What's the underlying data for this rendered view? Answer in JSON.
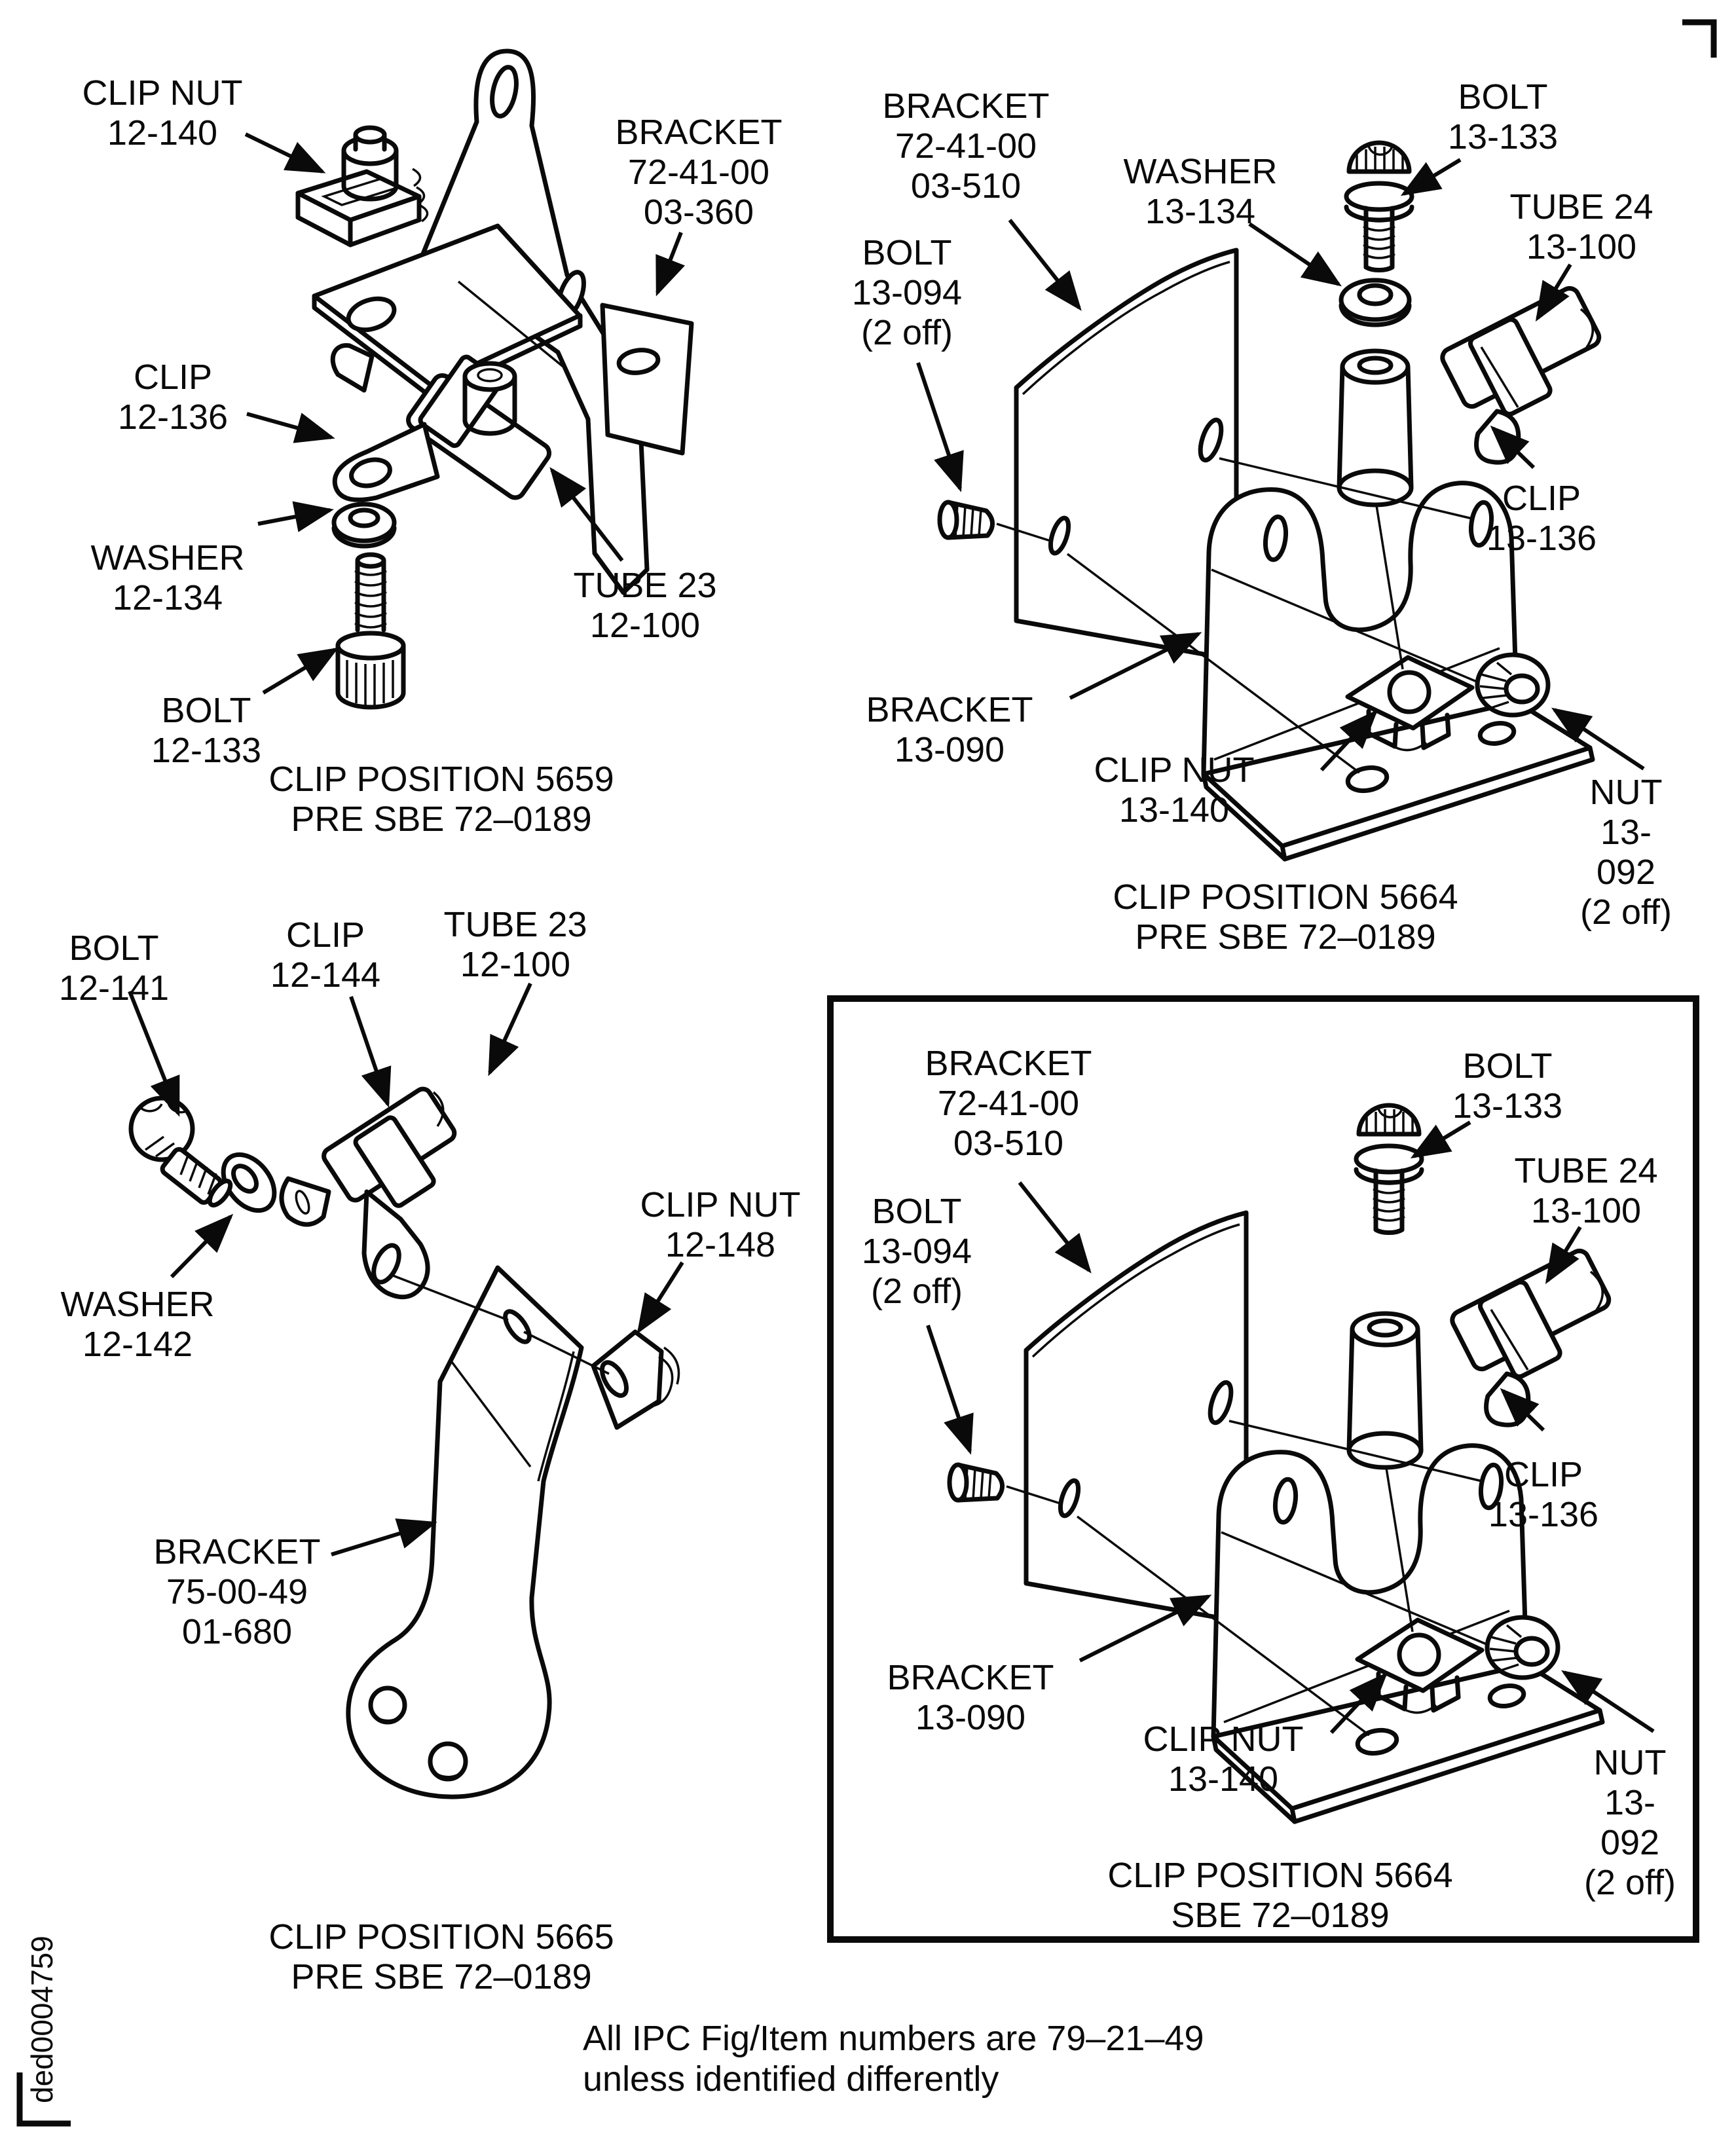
{
  "document": {
    "footer_note": "All IPC Fig/Item numbers are 79–21–49\nunless identified differently",
    "side_code": "ded0004759"
  },
  "figures": [
    {
      "key": "clip-position-5659",
      "caption": "CLIP POSITION 5659\nPRE SBE 72–0189",
      "labels": {
        "clip_nut": "CLIP NUT\n12-140",
        "bracket": "BRACKET\n72-41-00\n03-360",
        "clip": "CLIP\n12-136",
        "washer": "WASHER\n12-134",
        "bolt": "BOLT\n12-133",
        "tube": "TUBE 23\n12-100"
      }
    },
    {
      "key": "clip-position-5664-pre",
      "caption": "CLIP POSITION 5664\nPRE SBE 72–0189",
      "labels": {
        "bracket_plate": "BRACKET\n72-41-00\n03-510",
        "washer": "WASHER\n13-134",
        "bolt_133": "BOLT\n13-133",
        "tube": "TUBE 24\n13-100",
        "bolt_094": "BOLT\n13-094\n(2 off)",
        "clip": "CLIP\n13-136",
        "bracket_090": "BRACKET\n13-090",
        "clip_nut": "CLIP NUT\n13-140",
        "nut": "NUT\n13-092\n(2 off)"
      }
    },
    {
      "key": "clip-position-5665",
      "caption": "CLIP POSITION 5665\nPRE SBE 72–0189",
      "labels": {
        "bolt": "BOLT\n12-141",
        "clip": "CLIP\n12-144",
        "tube": "TUBE 23\n12-100",
        "washer": "WASHER\n12-142",
        "clip_nut": "CLIP NUT\n12-148",
        "bracket": "BRACKET\n75-00-49\n01-680"
      }
    },
    {
      "key": "clip-position-5664-sbe",
      "caption": "CLIP POSITION 5664\nSBE 72–0189",
      "labels": {
        "bracket_plate": "BRACKET\n72-41-00\n03-510",
        "bolt_133": "BOLT\n13-133",
        "tube": "TUBE 24\n13-100",
        "bolt_094": "BOLT\n13-094\n(2 off)",
        "clip": "CLIP\n13-136",
        "bracket_090": "BRACKET\n13-090",
        "clip_nut": "CLIP NUT\n13-140",
        "nut": "NUT\n13-092\n(2 off)"
      }
    }
  ]
}
